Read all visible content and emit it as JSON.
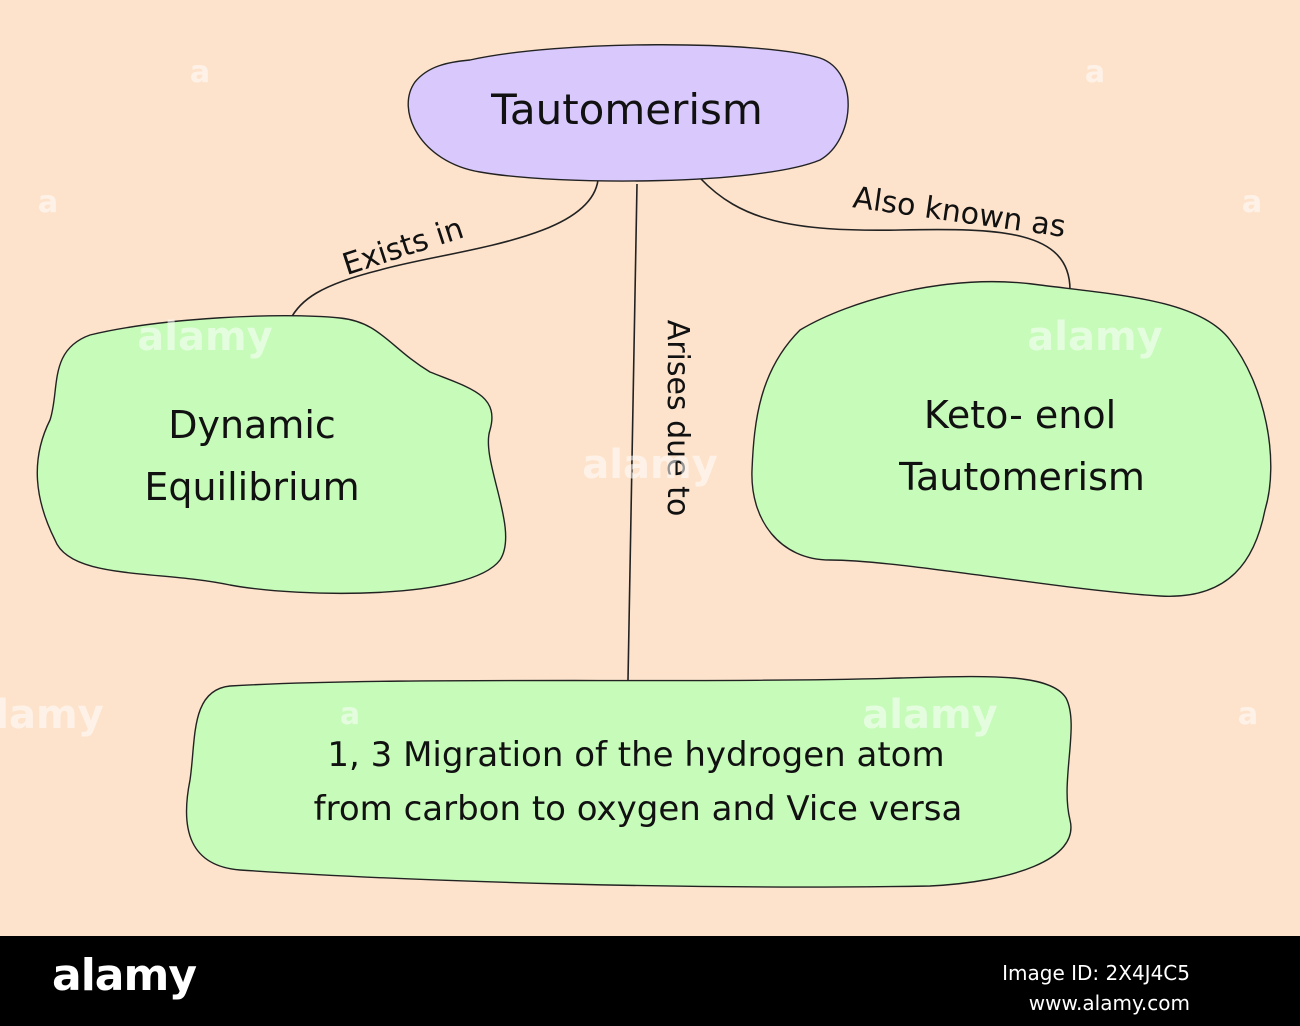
{
  "colors": {
    "background": "#fde3cc",
    "root_fill": "#d9c8fb",
    "node_fill": "#c6fbb9",
    "outline": "#222222",
    "footer": "#000000"
  },
  "root": {
    "label": "Tautomerism"
  },
  "nodes": {
    "left": {
      "line1": "Dynamic",
      "line2": "Equilibrium"
    },
    "right": {
      "line1": "Keto- enol",
      "line2": "Tautomerism"
    },
    "bottom": {
      "line1": "1, 3 Migration of the hydrogen atom",
      "line2": "from carbon to oxygen and Vice versa"
    }
  },
  "edges": {
    "left": {
      "label": "Exists in"
    },
    "middle": {
      "label": "Arises due to"
    },
    "right": {
      "label": "Also known as"
    }
  },
  "watermark": {
    "text": "alamy",
    "letter": "a"
  },
  "footer": {
    "logo": "alamy",
    "image_id": "Image ID: 2X4J4C5",
    "site": "www.alamy.com"
  }
}
